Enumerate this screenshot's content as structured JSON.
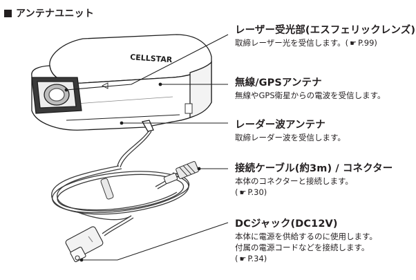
{
  "section": {
    "title": "アンテナユニット"
  },
  "callouts": {
    "laser": {
      "name": "レーザー受光部(エスフェリックレンズ)",
      "desc_before": "取締レーザー光を受信します。(",
      "ref": "P.99)"
    },
    "antenna": {
      "name": "無線/GPSアンテナ",
      "desc": "無線やGPS衛星からの電波を受信します。"
    },
    "wave": {
      "name": "レーダー波アンテナ",
      "desc": "取締レーダー波を受信します。"
    },
    "cable": {
      "name": "接続ケーブル(約3m) / コネクター",
      "desc": "本体のコネクターと接続します。",
      "ref_before": "(",
      "ref": "P.30)"
    },
    "dc": {
      "name": "DCジャック(DC12V)",
      "desc1": "本体に電源を供給するのに使用します。",
      "desc2": "付属の電源コードなどを接続します。",
      "ref_before": "(",
      "ref": "P.34)"
    }
  },
  "device": {
    "logo_text": "CELLSTAR"
  },
  "icons": {
    "pointing_hand": "☛"
  }
}
